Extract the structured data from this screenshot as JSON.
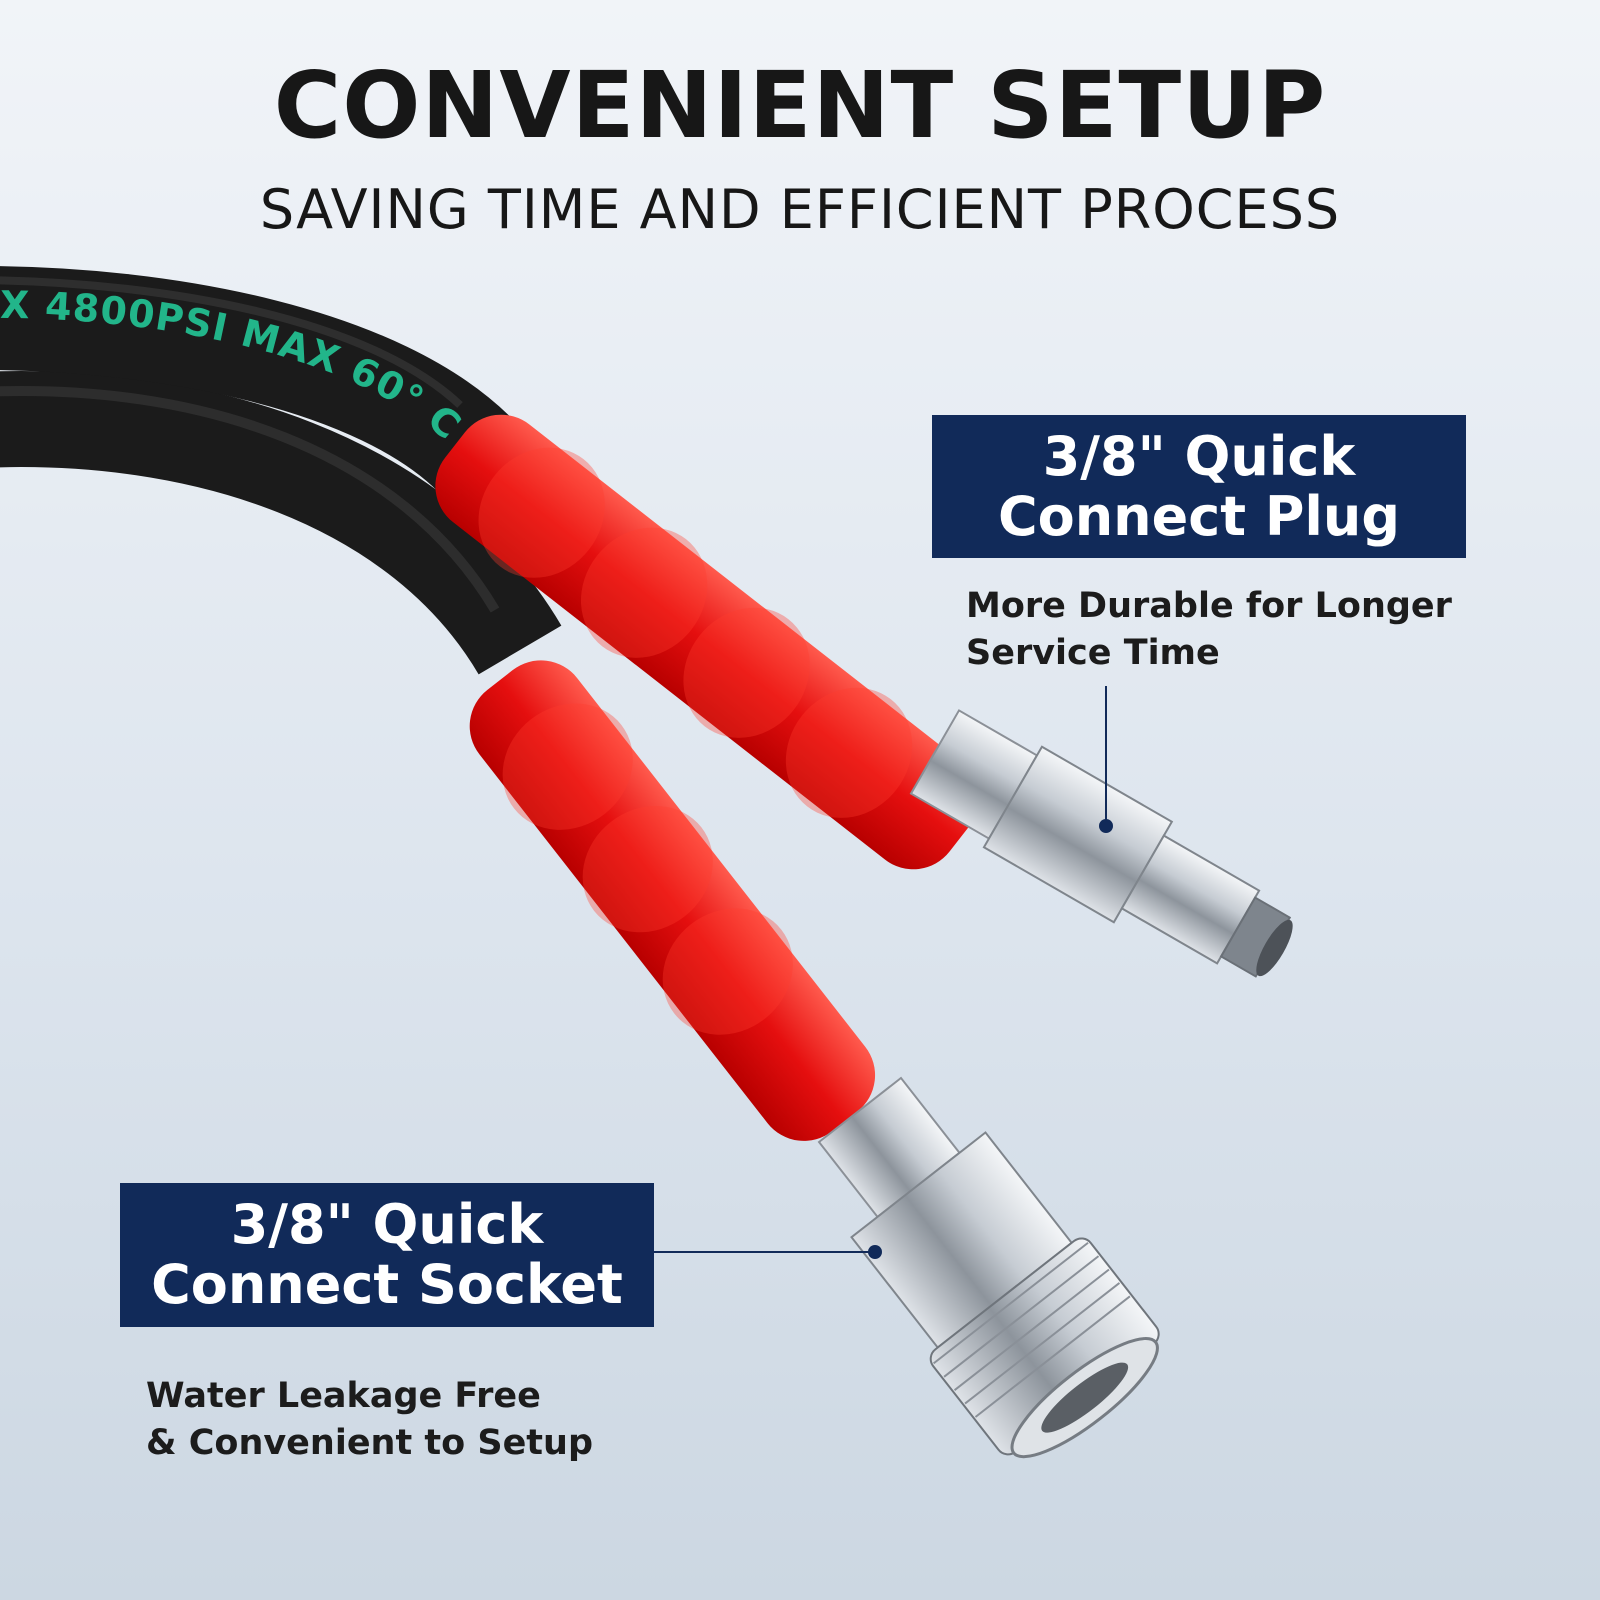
{
  "header": {
    "title": "CONVENIENT SETUP",
    "subtitle": "SAVING TIME AND EFFICIENT PROCESS"
  },
  "hose": {
    "print_text": "X 4800PSI MAX 60° C"
  },
  "callouts": {
    "plug": {
      "title_line1": "3/8\" Quick",
      "title_line2": "Connect Plug",
      "desc_line1": "More Durable for Longer",
      "desc_line2": "Service Time"
    },
    "socket": {
      "title_line1": "3/8\" Quick",
      "title_line2": "Connect Socket",
      "desc_line1": "Water Leakage Free",
      "desc_line2": "& Convenient to Setup"
    }
  },
  "colors": {
    "callout_bg": "#112a59",
    "hose": "#1b1b1b",
    "sleeve": "#e81212",
    "hose_print": "#22b58a"
  }
}
